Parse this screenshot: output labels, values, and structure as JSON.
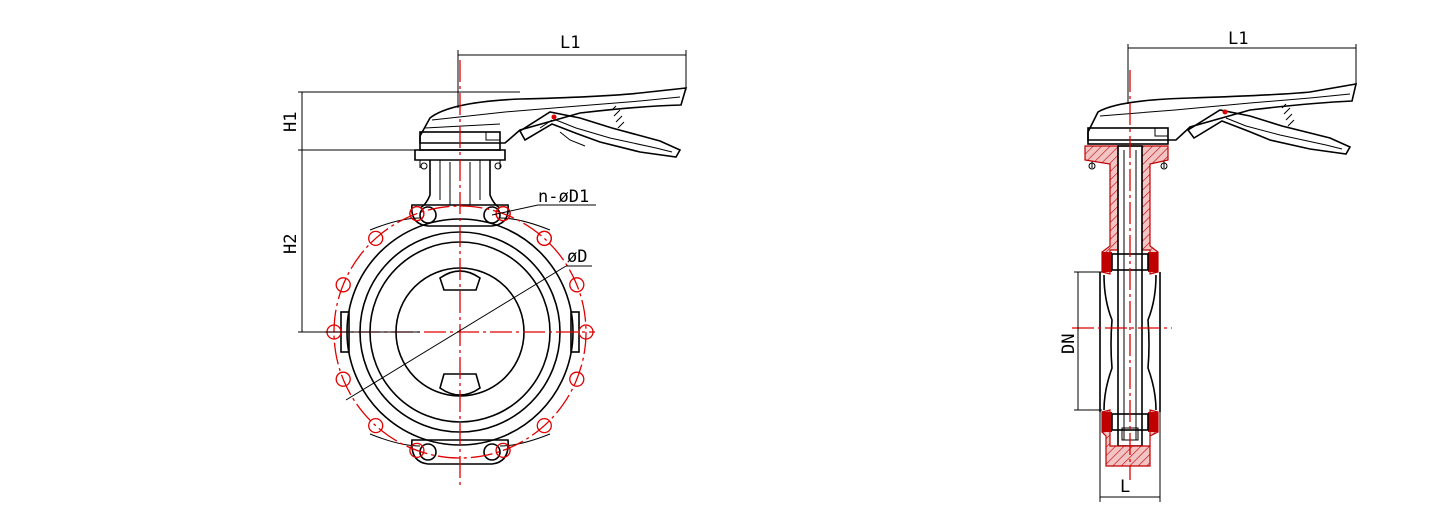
{
  "colors": {
    "line": "#000000",
    "centerline": "#e00000",
    "section_hatch": "#c00000",
    "background": "#ffffff"
  },
  "labels": {
    "front": {
      "l1": "L1",
      "h1": "H1",
      "h2": "H2",
      "bolt_holes": "n-øD1",
      "bolt_circle": "øD"
    },
    "side": {
      "l1": "L1",
      "dn": "DN",
      "l": "L"
    }
  }
}
